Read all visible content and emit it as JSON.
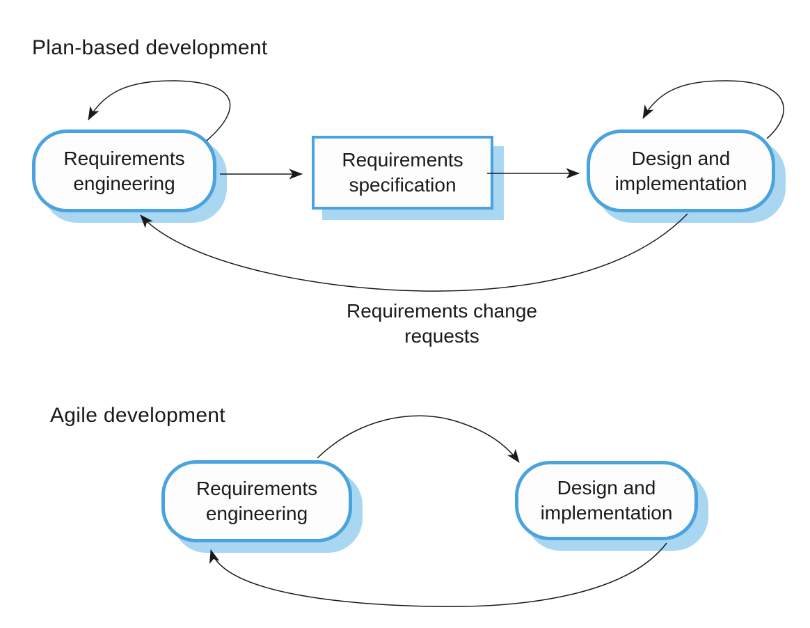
{
  "plan": {
    "title": "Plan-based development",
    "nodes": [
      {
        "id": "requirements-engineering",
        "line1": "Requirements",
        "line2": "engineering"
      },
      {
        "id": "requirements-specification",
        "line1": "Requirements",
        "line2": "specification"
      },
      {
        "id": "design-and-implementation",
        "line1": "Design and",
        "line2": "implementation"
      }
    ],
    "edge_label": {
      "line1": "Requirements change",
      "line2": "requests"
    }
  },
  "agile": {
    "title": "Agile development",
    "nodes": [
      {
        "id": "requirements-engineering",
        "line1": "Requirements",
        "line2": "engineering"
      },
      {
        "id": "design-and-implementation",
        "line1": "Design and",
        "line2": "implementation"
      }
    ]
  },
  "colors": {
    "node_border": "#4aa3de",
    "node_shadow": "#a9d7f2",
    "node_fill": "#fdfdfd",
    "line": "#1a1a1a"
  }
}
